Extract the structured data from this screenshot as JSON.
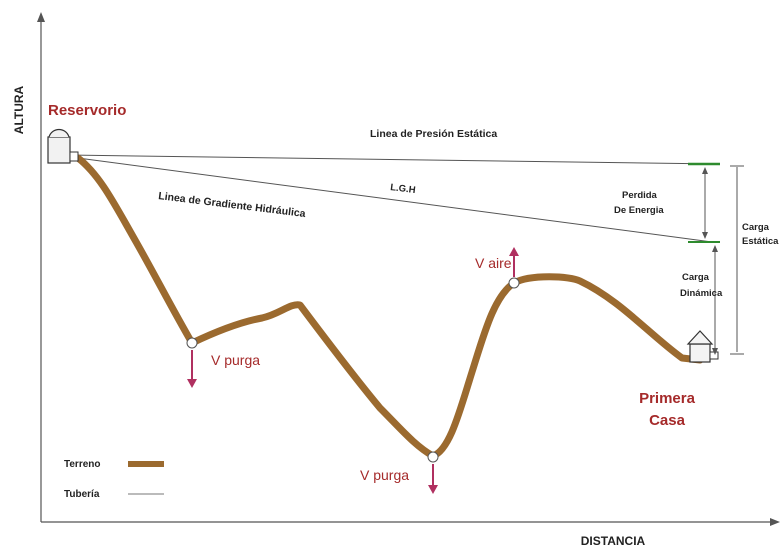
{
  "axes": {
    "y_label": "ALTURA",
    "x_label": "DISTANCIA"
  },
  "nodes": {
    "reservoir": "Reservorio",
    "first_house_line1": "Primera",
    "first_house_line2": "Casa"
  },
  "lines": {
    "static_pressure": "Linea de Presión Estática",
    "hydraulic_gradient": "Linea de Gradiente Hidráulica",
    "lgh": "L.G.H"
  },
  "dimensions": {
    "energy_loss_line1": "Perdida",
    "energy_loss_line2": "De Energia",
    "dynamic_head_line1": "Carga",
    "dynamic_head_line2": "Dinámica",
    "static_head_line1": "Carga",
    "static_head_line2": "Estática"
  },
  "valves": {
    "purge_1": "V purga",
    "air": "V aire",
    "purge_2": "V purga"
  },
  "legend": {
    "terrain": "Terreno",
    "pipe": "Tubería"
  },
  "colors": {
    "terrain": "#9b6a2f",
    "labels_red": "#a52a2a",
    "valve_arrow": "#b03060",
    "energy_loss_bar": "#2e8b2e",
    "lines": "#555555"
  }
}
